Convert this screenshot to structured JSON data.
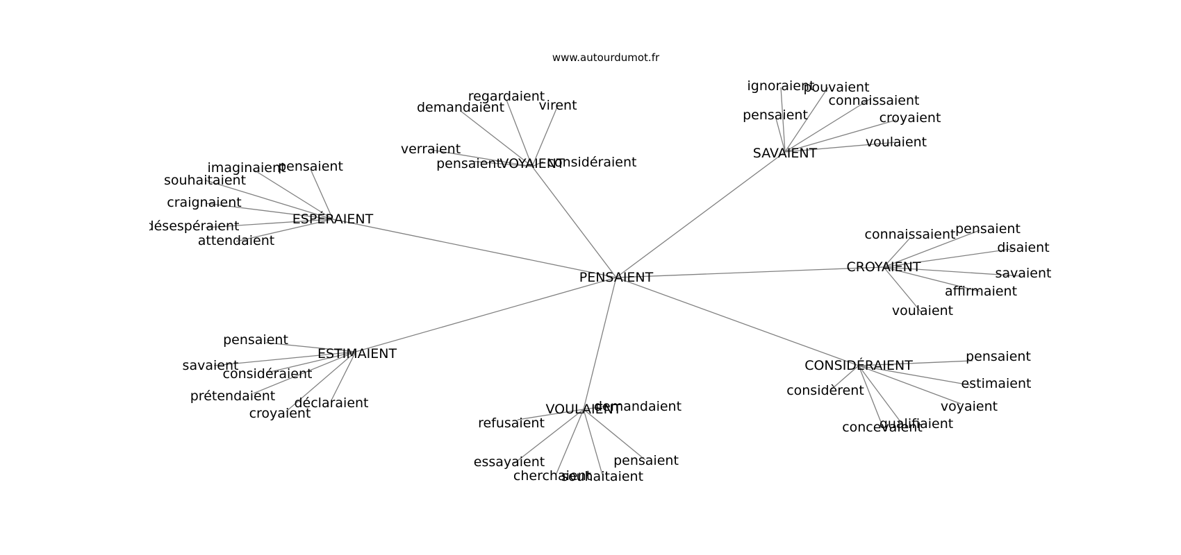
{
  "site": "www.autourdumot.fr",
  "center": "PENSAIENT",
  "clusters": [
    {
      "id": "voyaient",
      "label": "VOYAIENT",
      "leaves": [
        "regardaient",
        "demandaient",
        "virent",
        "verraient",
        "pensaient",
        "considéraient"
      ]
    },
    {
      "id": "savaient",
      "label": "SAVAIENT",
      "leaves": [
        "ignoraient",
        "pouvaient",
        "connaissaient",
        "pensaient",
        "croyaient",
        "voulaient"
      ]
    },
    {
      "id": "esperaient",
      "label": "ESPÉRAIENT",
      "leaves": [
        "imaginaient",
        "pensaient",
        "souhaitaient",
        "craignaient",
        "désespéraient",
        "attendaient"
      ]
    },
    {
      "id": "croyaient",
      "label": "CROYAIENT",
      "leaves": [
        "connaissaient",
        "pensaient",
        "disaient",
        "savaient",
        "affirmaient",
        "voulaient"
      ]
    },
    {
      "id": "estimaient",
      "label": "ESTIMAIENT",
      "leaves": [
        "pensaient",
        "savaient",
        "considéraient",
        "prétendaient",
        "déclaraient",
        "croyaient"
      ]
    },
    {
      "id": "consideraient",
      "label": "CONSIDÉRAIENT",
      "leaves": [
        "pensaient",
        "estimaient",
        "considèrent",
        "voyaient",
        "qualifiaient",
        "concevaient"
      ]
    },
    {
      "id": "voulaient",
      "label": "VOULAIENT",
      "leaves": [
        "demandaient",
        "refusaient",
        "essayaient",
        "pensaient",
        "cherchaient",
        "souhaitaient"
      ]
    }
  ]
}
